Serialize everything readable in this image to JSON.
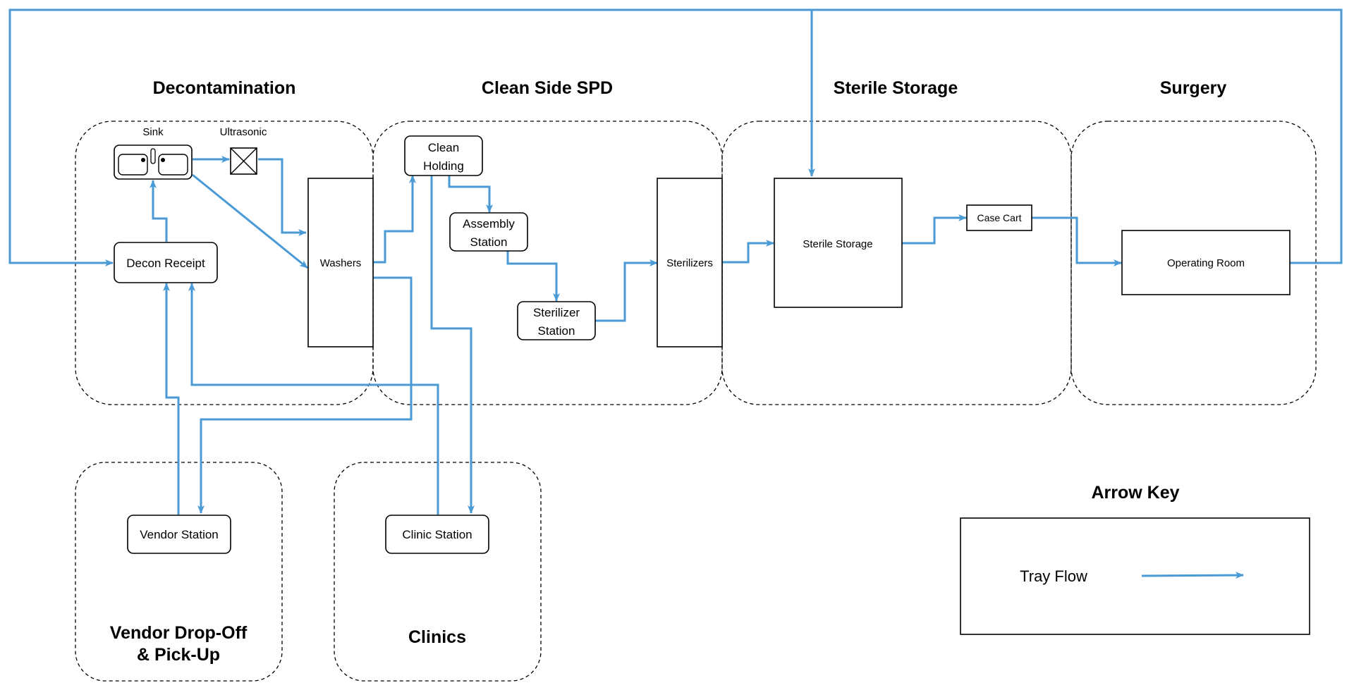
{
  "zones": {
    "decontamination": "Decontamination",
    "clean_side": "Clean Side SPD",
    "sterile_storage": "Sterile Storage",
    "surgery": "Surgery",
    "vendor_line1": "Vendor Drop-Off",
    "vendor_line2": "& Pick-Up",
    "clinics": "Clinics"
  },
  "nodes": {
    "sink": "Sink",
    "ultrasonic": "Ultrasonic",
    "decon_receipt": "Decon Receipt",
    "washers": "Washers",
    "clean_holding_line1": "Clean",
    "clean_holding_line2": "Holding",
    "assembly_line1": "Assembly",
    "assembly_line2": "Station",
    "sterilizer_station_line1": "Sterilizer",
    "sterilizer_station_line2": "Station",
    "sterilizers": "Sterilizers",
    "sterile_storage": "Sterile Storage",
    "case_cart": "Case Cart",
    "operating_room": "Operating Room",
    "vendor_station": "Vendor Station",
    "clinic_station": "Clinic Station"
  },
  "key": {
    "title": "Arrow Key",
    "tray_flow": "Tray Flow"
  },
  "colors": {
    "flow": "#4a9ad6",
    "outline": "#000000"
  }
}
